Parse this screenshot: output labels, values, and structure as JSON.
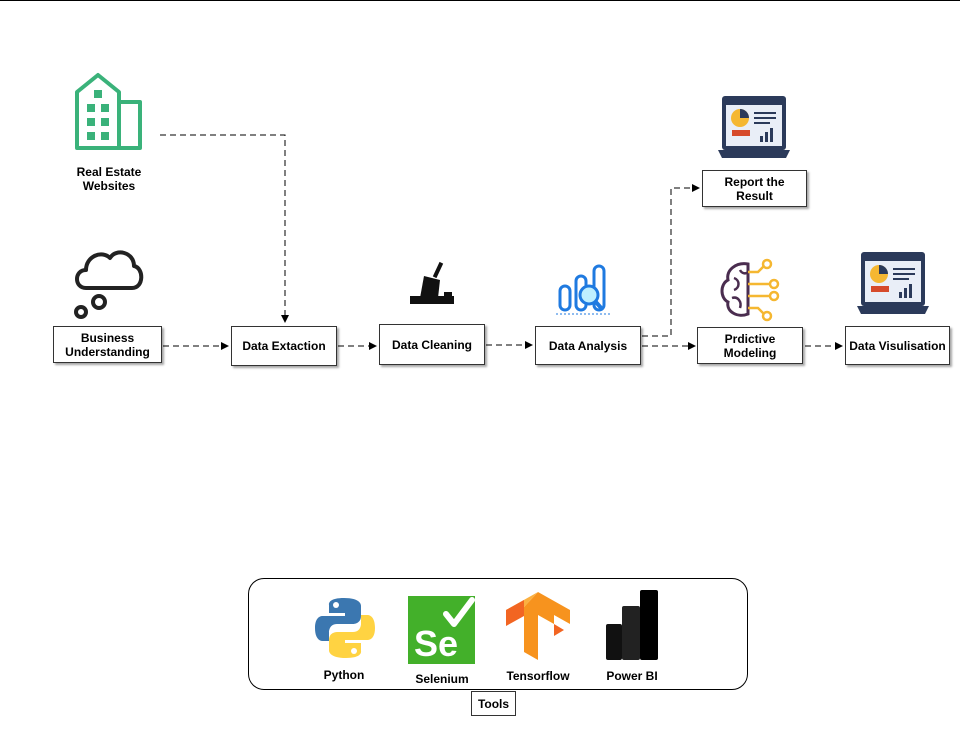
{
  "sources": {
    "real_estate": "Real Estate\nWebsites",
    "business": "Business\nUnderstanding"
  },
  "steps": {
    "extraction": "Data Extaction",
    "cleaning": "Data Cleaning",
    "analysis": "Data Analysis",
    "report": "Report the\nResult",
    "modeling": "Prdictive\nModeling",
    "visualisation": "Data Visulisation"
  },
  "tools": {
    "caption": "Tools",
    "items": [
      "Python",
      "Selenium",
      "Tensorflow",
      "Power BI"
    ]
  },
  "colors": {
    "building_green": "#3ab27a",
    "python_blue": "#3b77b0",
    "python_yellow": "#ffd342",
    "selenium_green": "#43b02a",
    "tensorflow_orange": "#f7931e",
    "analysis_blue": "#1f7ae0"
  }
}
